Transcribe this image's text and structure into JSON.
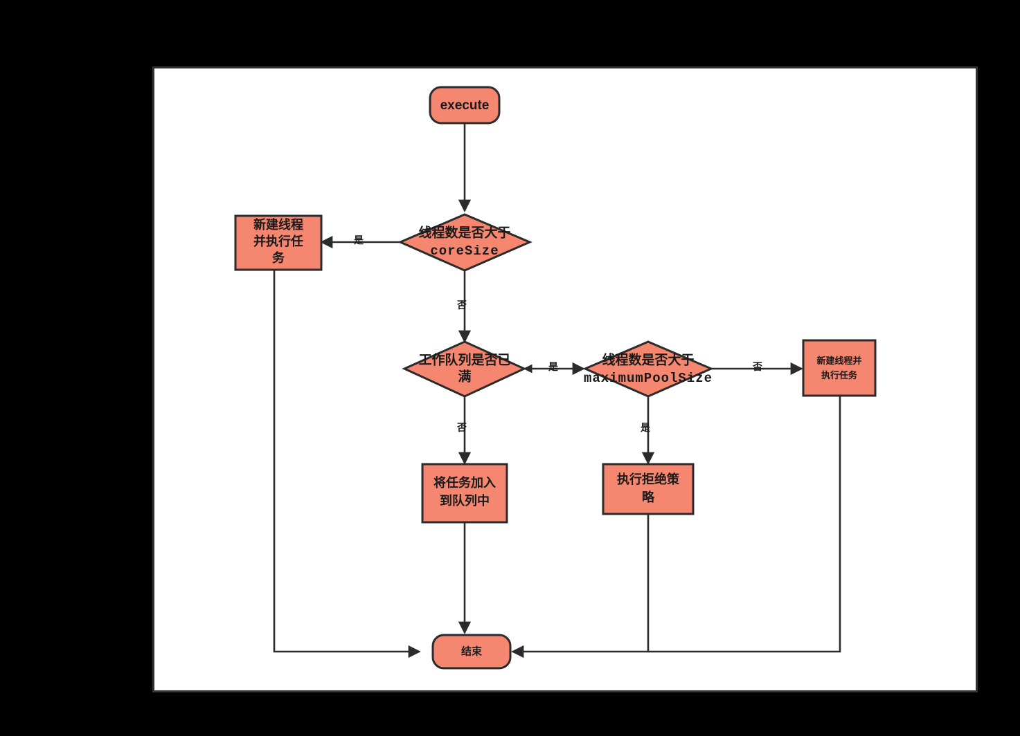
{
  "canvas": {
    "background": "#000000",
    "page_background": "#ffffff",
    "border_color": "#333333",
    "shape_fill": "#F5866F",
    "shape_stroke": "#2b2b2b",
    "line_color": "#2b2b2b"
  },
  "diagram": {
    "title": "Thread Pool execute() Flowchart",
    "nodes": {
      "start": {
        "label": "execute",
        "shape": "rounded-rectangle"
      },
      "decision_core_size": {
        "line1": "线程数是否大于",
        "line2": "coreSize",
        "shape": "diamond"
      },
      "new_thread_core": {
        "line1": "新建线程",
        "line2": "并执行任",
        "line3": "务",
        "shape": "rectangle"
      },
      "decision_queue_full": {
        "line1": "工作队列是否已",
        "line2": "满",
        "shape": "diamond"
      },
      "decision_max_pool": {
        "line1": "线程数是否大于",
        "line2": "maximumPoolSize",
        "shape": "diamond"
      },
      "new_thread_max": {
        "line1": "新建线程并",
        "line2": "执行任务",
        "shape": "rectangle"
      },
      "add_to_queue": {
        "line1": "将任务加入",
        "line2": "到队列中",
        "shape": "rectangle"
      },
      "reject_policy": {
        "line1": "执行拒绝策",
        "line2": "略",
        "shape": "rectangle"
      },
      "end": {
        "label": "结束",
        "shape": "rounded-rectangle"
      }
    },
    "edge_labels": {
      "core_yes": "是",
      "core_no": "否",
      "queue_yes": "是",
      "queue_no": "否",
      "max_no": "否",
      "max_yes": "是"
    }
  }
}
